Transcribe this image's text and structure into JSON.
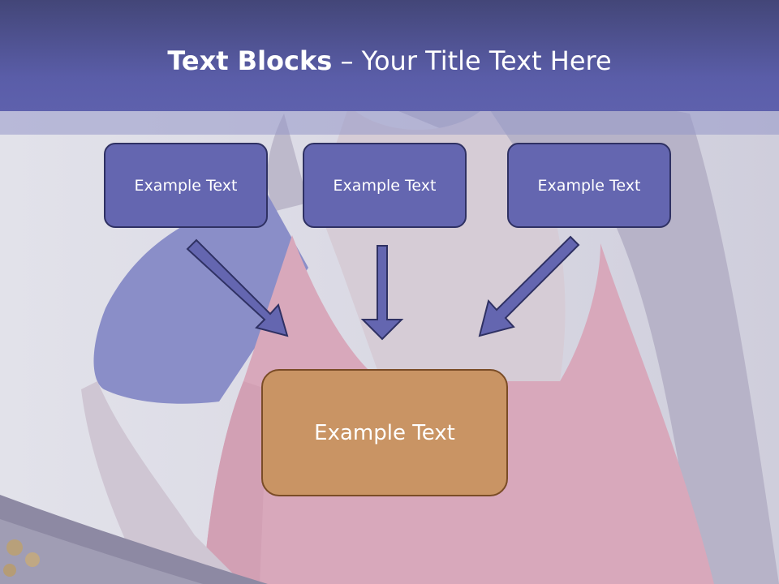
{
  "title": {
    "bold": "Text Blocks",
    "separator": " – ",
    "rest": "Your Title Text Here"
  },
  "top_boxes": [
    {
      "label": "Example Text"
    },
    {
      "label": "Example Text"
    },
    {
      "label": "Example Text"
    }
  ],
  "bottom_box": {
    "label": "Example Text"
  },
  "colors": {
    "title_bar": "#5a5da8",
    "box_fill": "#6466b0",
    "box_border": "#2f3163",
    "result_fill": "#c99464",
    "result_border": "#7a4c26",
    "arrow_fill": "#6466b0",
    "arrow_stroke": "#2f3163"
  }
}
